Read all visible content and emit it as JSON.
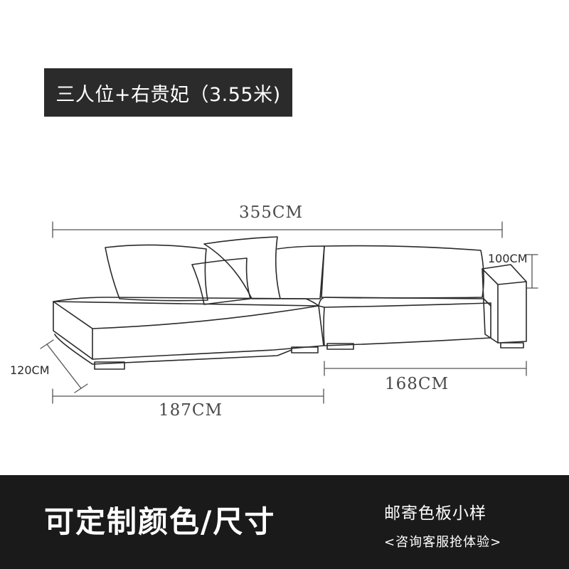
{
  "header": {
    "title": "三人位+右贵妃（3.55米)"
  },
  "dimensions": {
    "total_width": "355CM",
    "back_height": "100CM",
    "chaise_depth": "120CM",
    "left_section_width": "187CM",
    "right_section_width": "168CM"
  },
  "footer": {
    "main": "可定制颜色/尺寸",
    "sub_line1": "邮寄色板小样",
    "sub_line2": "<咨询客服抢体验>"
  },
  "colors": {
    "line": "#2a2a2a",
    "badge": "#2b2b2b",
    "footer_bg": "#1a1a1a"
  }
}
